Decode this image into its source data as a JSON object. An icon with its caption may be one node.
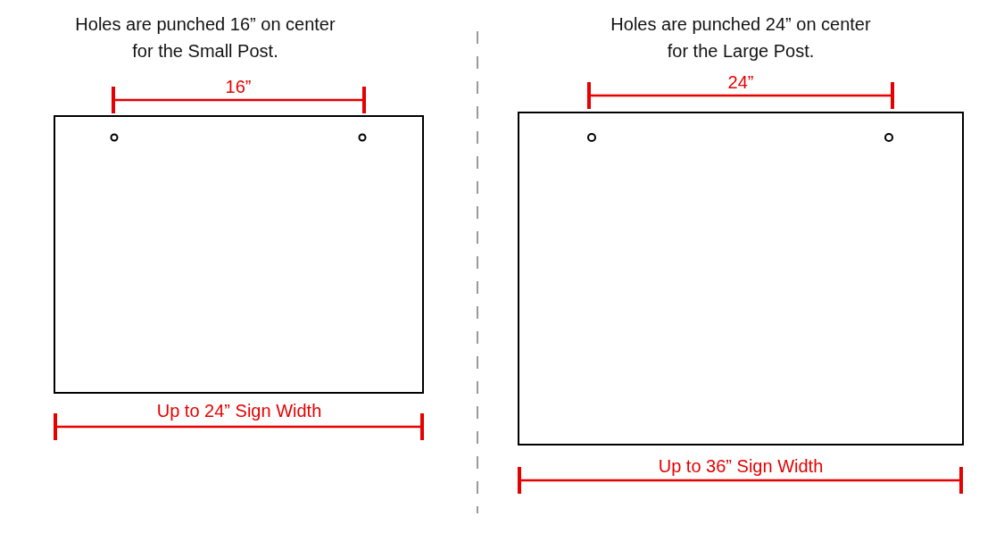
{
  "diagram": {
    "labels": [
      "Holes are punched 16” on center for the Small Post.",
      "16”",
      "Up to 24” Sign Width",
      "Holes are punched 24” on center for the Large Post.",
      "24”",
      "Up to 36” Sign Width"
    ]
  }
}
